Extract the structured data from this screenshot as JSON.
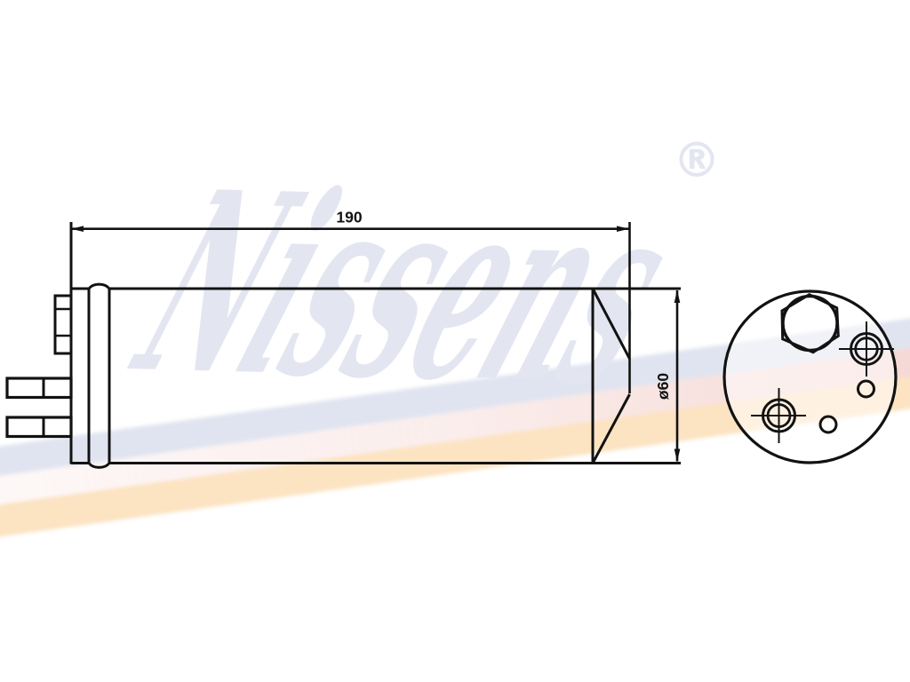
{
  "watermark": {
    "brand": "Nissens",
    "registered": "®",
    "text_color": "#e3e6f1",
    "stripes": {
      "blue": "#e0e4f0",
      "pink": "#f5d8d4",
      "orange": "#fce3c2"
    }
  },
  "drawing": {
    "line_color": "#121212",
    "dimensions": {
      "length_label": "190",
      "diameter_label": "ø60"
    }
  }
}
